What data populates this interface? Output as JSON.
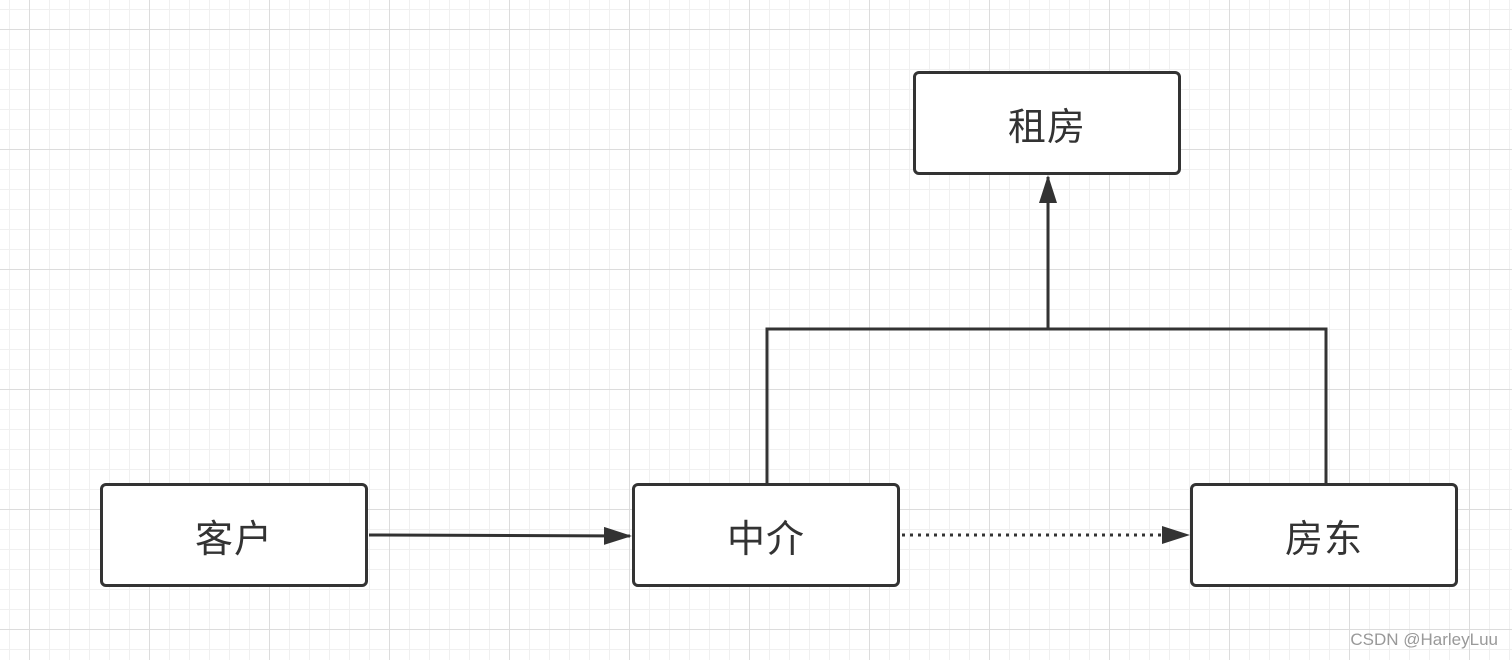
{
  "nodes": {
    "client": "客户",
    "agent": "中介",
    "landlord": "房东",
    "rent": "租房"
  },
  "watermark": "CSDN @HarleyLuu",
  "colors": {
    "stroke": "#333333",
    "grid_major": "#dcdcdc",
    "grid_minor": "#f0f0f0"
  }
}
